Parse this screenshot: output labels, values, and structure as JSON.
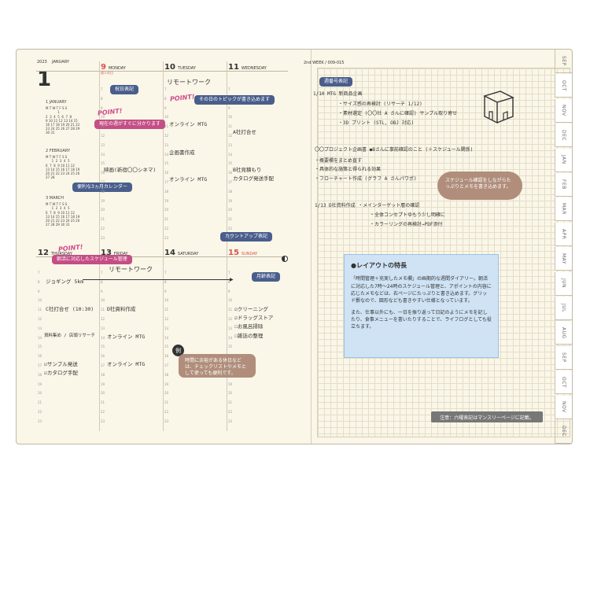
{
  "year": "2023",
  "month": "JANUARY",
  "big_month_num": "1",
  "week_label": "2nd WEEK / 009-015",
  "days": [
    {
      "num": "9",
      "name": "MONDAY",
      "sub": "成人の日"
    },
    {
      "num": "10",
      "name": "TUESDAY"
    },
    {
      "num": "11",
      "name": "WEDNESDAY"
    },
    {
      "num": "12",
      "name": "THURSDAY"
    },
    {
      "num": "13",
      "name": "FRIDAY"
    },
    {
      "num": "14",
      "name": "SATURDAY"
    },
    {
      "num": "15",
      "name": "SUNDAY"
    }
  ],
  "mini_cals": [
    {
      "title": "1 JANUARY",
      "head": "M T W T F S S",
      "rows": [
        "            1",
        "2  3  4  5  6  7  8",
        "9 10 11 12 13 14 15",
        "16 17 18 19 20 21 22",
        "23 24 25 26 27 28 29",
        "30 31"
      ]
    },
    {
      "title": "2 FEBRUARY",
      "head": "M T W T F S S",
      "rows": [
        "      1  2  3  4  5",
        "6  7  8  9 10 11 12",
        "13 14 15 16 17 18 19",
        "20 21 22 23 24 25 26",
        "27 28"
      ]
    },
    {
      "title": "3 MARCH",
      "head": "M T W T F S S",
      "rows": [
        "      1  2  3  4  5",
        "6  7  8  9 10 11 12",
        "13 14 15 16 17 18 19",
        "20 21 22 23 24 25 26",
        "27 28 29 30 31"
      ]
    }
  ],
  "callouts": {
    "holiday": "祝日表記",
    "topic": "その日のトピックが書き込めます",
    "this_week": "現在の週がすぐに分かります",
    "three_month": "便利な3ヵ月カレンダー",
    "countup": "カウントアップ表記",
    "morning": "朝活に対応したスケジュール管理",
    "moon": "月齢表記",
    "week_number": "週番号表記",
    "point": "POINT!"
  },
  "left_entries": {
    "mon": [
      "映画(新宿〇〇シネマ)"
    ],
    "tue_topic": "リモートワーク",
    "tue": [
      "オンライン MTG",
      "企画書作成",
      "オンライン MTG"
    ],
    "wed": [
      "A社打合せ",
      "B社見積もり",
      "カタログ発送手配"
    ],
    "thu": [
      "ジョギング 5km",
      "C社打合せ (10:30)",
      "資料集め / 店頭リサーチ",
      "☑サンプル発送",
      "☑カタログ手配"
    ],
    "fri_topic": "リモートワーク",
    "fri": [
      "D社資料作成",
      "オンライン MTG",
      "オンライン MTG"
    ],
    "sun": [
      "☑クリーニング",
      "☑ドラッグストア",
      "☐お風呂掃除",
      "☐雑誌の整理"
    ]
  },
  "example_label": "例",
  "example_bubble": "時間に余裕がある休日などは、チェックリストやメモとして使っても便利です。",
  "right_memo": [
    "1/10 MTG  新商品企画",
    "・サイズ感の再検討 (リサーチ 1/12)",
    "・素材選定 (〇〇社 A さんに確認)  サンプル取り寄せ",
    "・3D プリント (STL, OBJ 対応)",
    "〇〇プロジェクト企画書  ●Bさんに事前確認のこと (＋スケジュール関係)",
    "・概要欄をまとめ直す",
    "・具体的な施策と得られる効果",
    "・フローチャート作成 (グラフ A さんパワポ)",
    "1/13  D社資料作成  ・メインターゲット層の確認",
    "・全体コンセプトゆもう少し明確に",
    "・カラーリングの再検討→PDF添付"
  ],
  "memo_bubble": "スケジュール確認をしながらたっぷりとメモを書き込めます。",
  "info": {
    "title": "●レイアウトの特長",
    "p1": "「時間管理＋充実したメモ欄」の画期的な週間ダイアリー。朝活に対応した7時〜24時のスケジュール管理と、アポイントの内容に応じたメモなどは、右ページにたっぷりと書き込めます。グリッド罫なので、図形なども書きやすい仕様となっています。",
    "p2": "また、仕事以外にも、一日を振り返って日記のようにメモを記したり、食事メニューを書いたりすることで、ライフログとしても役立ちます。"
  },
  "footnote": "注意：六曜表記はマンスリーページに記載。",
  "month_tabs": [
    "SEP",
    "OCT",
    "NOV",
    "DEC",
    "JAN",
    "FEB",
    "MAR",
    "APR",
    "MAY",
    "JUN",
    "JUL",
    "AUG",
    "SEP",
    "OCT",
    "NOV",
    "DEC"
  ],
  "colors": {
    "accent_blue": "#4a5e8c",
    "accent_pink": "#c44e86",
    "sunday_red": "#d9534f",
    "paper": "#faf6e8",
    "info_bg": "#cfe3f4",
    "bubble": "#b08e7b"
  }
}
